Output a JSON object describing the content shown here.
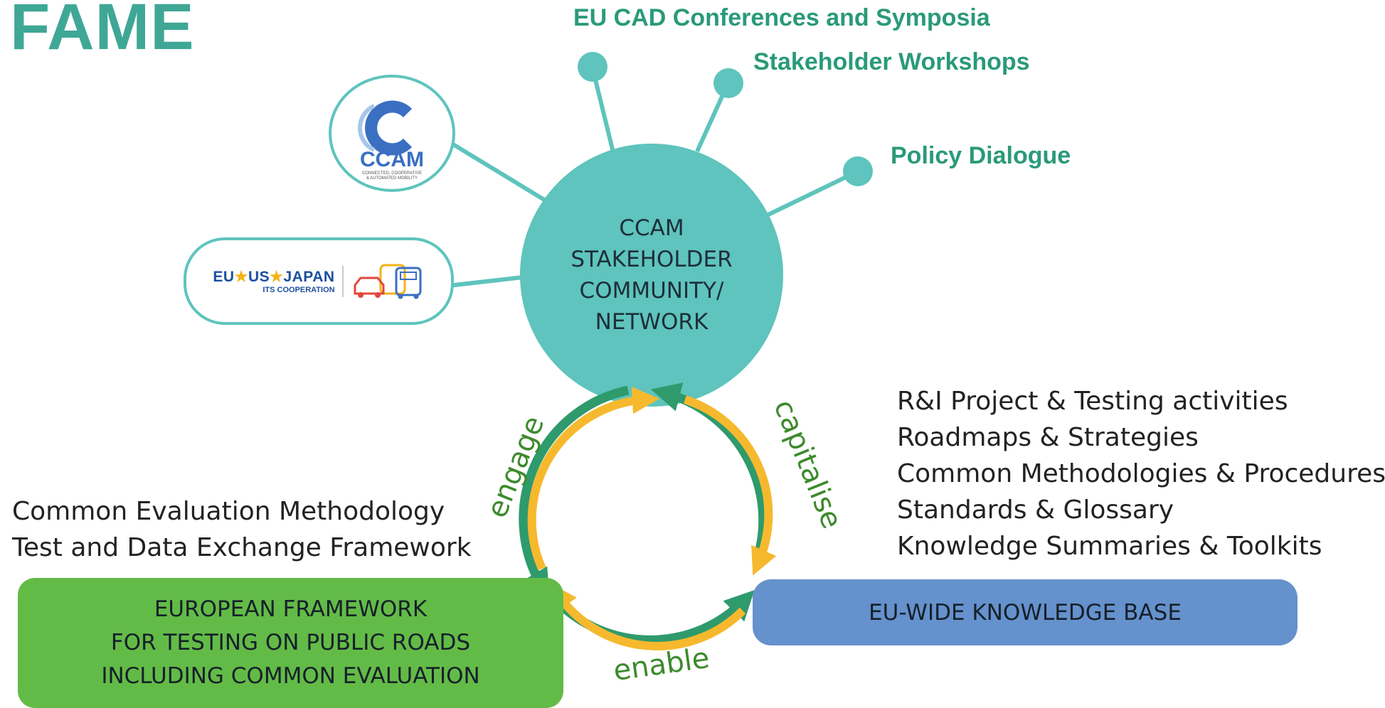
{
  "title": "FAME",
  "hub": {
    "lines": [
      "CCAM",
      "STAKEHOLDER",
      "COMMUNITY/",
      "NETWORK"
    ]
  },
  "spokes": {
    "conferences": "EU CAD Conferences and Symposia",
    "workshops": "Stakeholder Workshops",
    "policy": "Policy Dialogue"
  },
  "logos": {
    "ccam": {
      "name": "CCAM",
      "tagline_1": "CONNECTED, COOPERATIVE",
      "tagline_2": "& AUTOMATED MOBILITY"
    },
    "eus": {
      "eu": "EU",
      "us": "US",
      "japan": "JAPAN",
      "sub": "ITS COOPERATION"
    }
  },
  "cycle": {
    "engage": "engage",
    "capitalise": "capitalise",
    "enable": "enable"
  },
  "left_list": [
    "Common Evaluation Methodology",
    "Test and Data Exchange Framework"
  ],
  "right_list": [
    "R&I Project & Testing activities",
    "Roadmaps & Strategies",
    "Common Methodologies & Procedures",
    "Standards & Glossary",
    "Knowledge Summaries & Toolkits"
  ],
  "green_box": {
    "lines": [
      "EUROPEAN FRAMEWORK",
      "FOR TESTING ON PUBLIC ROADS",
      "INCLUDING COMMON EVALUATION"
    ]
  },
  "blue_box": {
    "label": "EU-WIDE KNOWLEDGE BASE"
  },
  "colors": {
    "teal": "#5ec4bd",
    "title_teal": "#3fa796",
    "spoke_green": "#2a9a78",
    "dark_green_arrow": "#2f9a6c",
    "yellow_arrow": "#f6b92e",
    "green_box": "#63bb47",
    "blue_box": "#6591cc",
    "cycle_text": "#3d8a2c"
  }
}
